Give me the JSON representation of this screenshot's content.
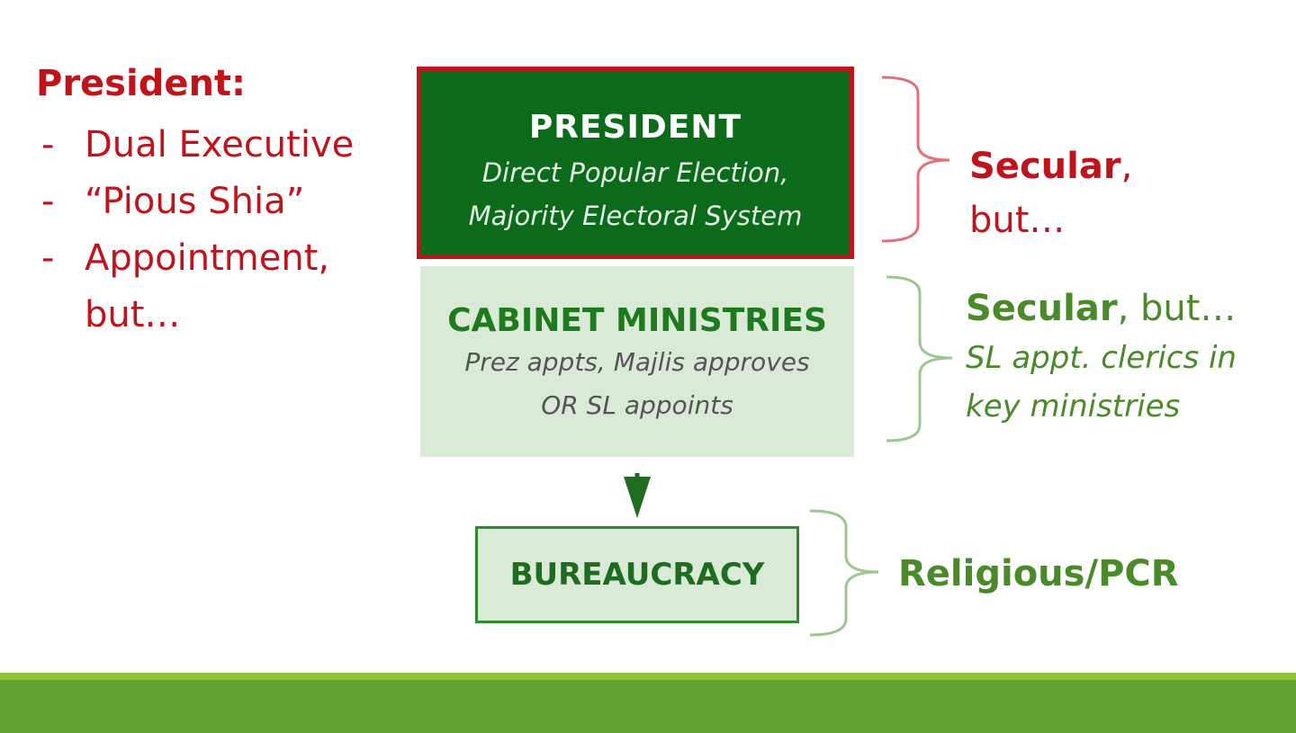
{
  "left_notes": {
    "title": "President:",
    "items": [
      "Dual Executive",
      "“Pious Shia”",
      "Appointment,",
      "but…"
    ],
    "dash": "-"
  },
  "president_box": {
    "title": "PRESIDENT",
    "line1": "Direct Popular Election,",
    "line2": "Majority Electoral System"
  },
  "cabinet_box": {
    "title": "CABINET MINISTRIES",
    "line1": "Prez appts, Majlis approves",
    "line2": "OR SL appoints"
  },
  "bureaucracy_box": {
    "title": "BUREAUCRACY"
  },
  "right_notes": {
    "president": {
      "bold": "Secular",
      "rest": ",",
      "line2": "but…"
    },
    "cabinet": {
      "bold": "Secular",
      "rest": ", but…",
      "italic1": "SL appt. clerics in",
      "italic2": "key ministries"
    },
    "bureaucracy": {
      "text": "Religious/PCR"
    }
  },
  "colors": {
    "red": "#c0141c",
    "dark_green": "#0b6b1b",
    "light_green": "#d9ead6",
    "mid_green": "#4a8a2a",
    "bar_green": "#64a233",
    "bracket_red": "#e0707a",
    "bracket_green": "#9cc890"
  }
}
